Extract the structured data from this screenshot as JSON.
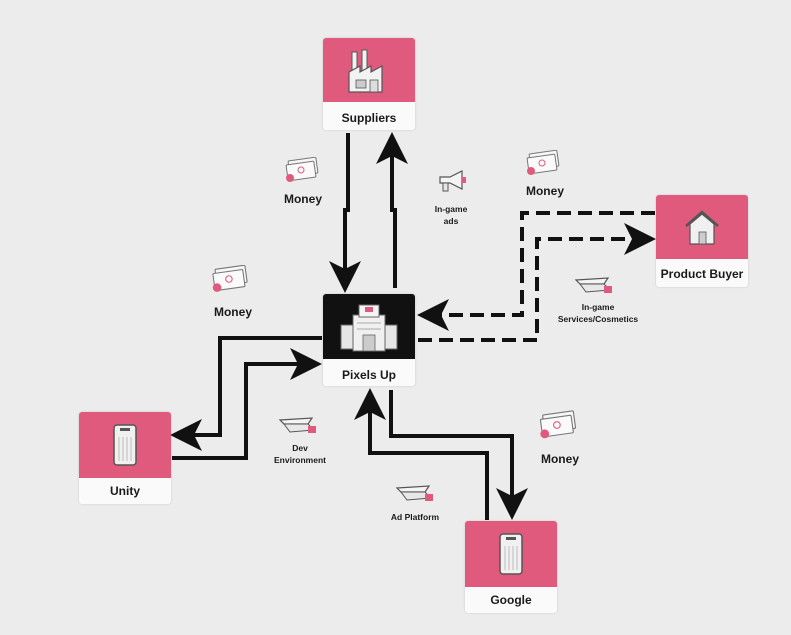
{
  "nodes": {
    "suppliers": {
      "label": "Suppliers",
      "icon": "factory-icon"
    },
    "pixels_up": {
      "label": "Pixels Up",
      "icon": "building-icon"
    },
    "product_buyer": {
      "label": "Product Buyer",
      "icon": "house-icon"
    },
    "unity": {
      "label": "Unity",
      "icon": "phone-icon"
    },
    "google": {
      "label": "Google",
      "icon": "phone-icon"
    }
  },
  "flows": {
    "money_suppliers": {
      "label": "Money",
      "icon": "money-icon"
    },
    "ads_suppliers": {
      "line1": "In-game",
      "line2": "ads",
      "icon": "megaphone-icon"
    },
    "money_buyer": {
      "label": "Money",
      "icon": "money-icon"
    },
    "cosmetics_buyer": {
      "line1": "In-game",
      "line2": "Services/Cosmetics",
      "icon": "service-icon"
    },
    "money_left": {
      "label": "Money",
      "icon": "money-icon"
    },
    "dev_env": {
      "line1": "Dev",
      "line2": "Environment",
      "icon": "service-icon"
    },
    "ad_platform": {
      "label": "Ad Platform",
      "icon": "service-icon"
    },
    "money_google": {
      "label": "Money",
      "icon": "money-icon"
    }
  },
  "colors": {
    "accent": "#e05a7e",
    "dark_tile": "#111111",
    "arrow": "#111111",
    "background": "#ececec"
  }
}
